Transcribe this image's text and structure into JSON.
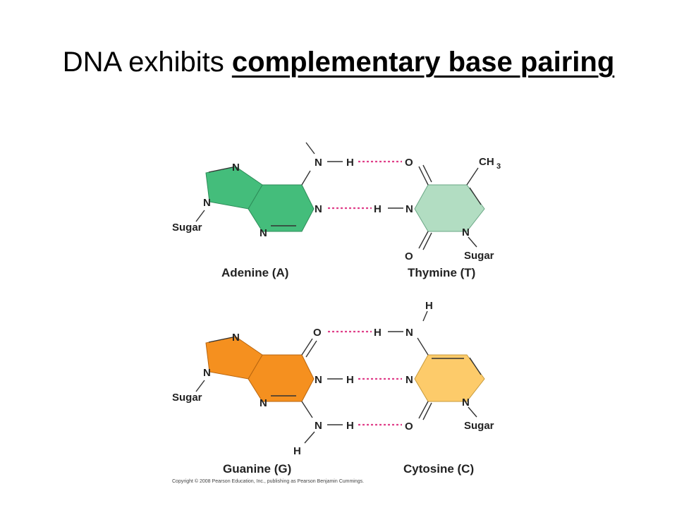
{
  "slide": {
    "title_plain": "DNA exhibits ",
    "title_emphasis": "complementary base pairing"
  },
  "pairs": {
    "at": {
      "adenine_caption": "Adenine (A)",
      "thymine_caption": "Thymine (T)"
    },
    "gc": {
      "guanine_caption": "Guanine (G)",
      "cytosine_caption": "Cytosine (C)"
    }
  },
  "atoms": {
    "N": "N",
    "H": "H",
    "O": "O",
    "CH": "CH",
    "sub3": "3",
    "sugar": "Sugar"
  },
  "copyright": "Copyright © 2008 Pearson Education, Inc., publishing as Pearson Benjamin Cummings.",
  "colors": {
    "adenine": "#44bd7b",
    "thymine": "#b2ddc2",
    "guanine": "#f5901f",
    "cytosine": "#fdcb6a",
    "hydrogen_bond": "#e0408a"
  }
}
